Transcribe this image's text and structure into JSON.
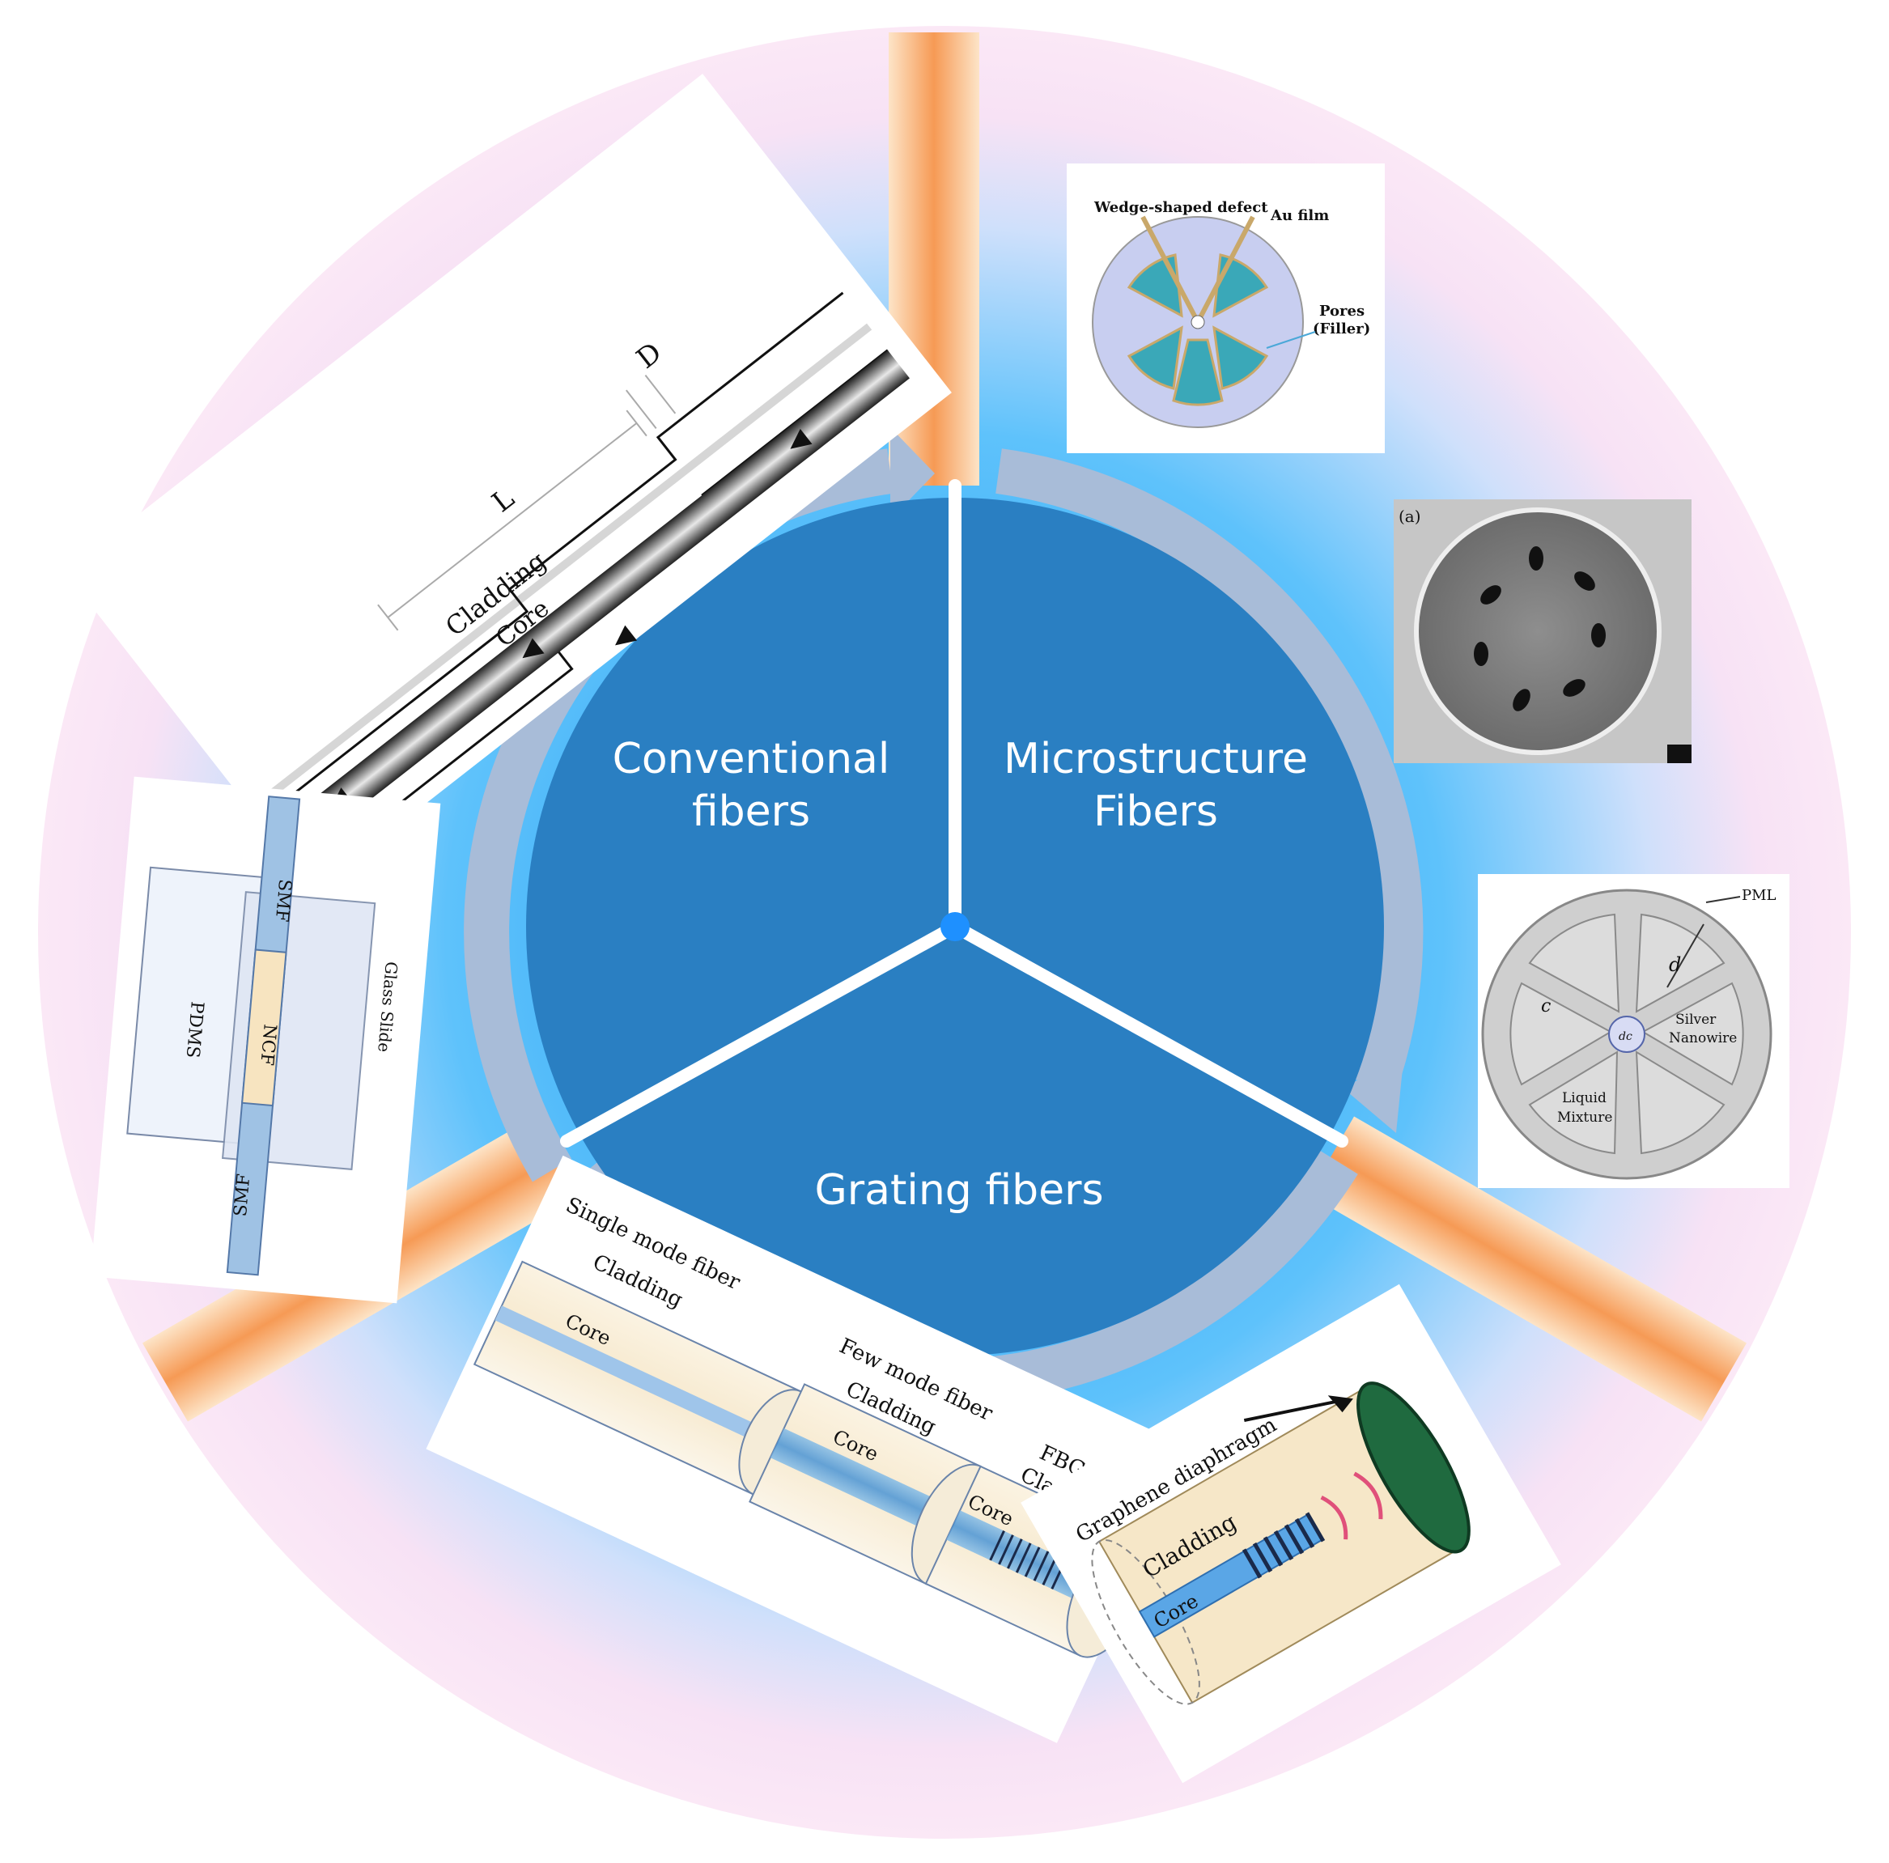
{
  "sectors": {
    "conventional": [
      "Conventional",
      "fibers"
    ],
    "microstructure": [
      "Microstructure",
      "Fibers"
    ],
    "grating": "Grating fibers"
  },
  "panels": {
    "taper": {
      "D": "D",
      "L": "L",
      "cladding": "Cladding",
      "core": "Core"
    },
    "ncf": {
      "smf_top": "SMF",
      "smf_bottom": "SMF",
      "pdms": "PDMS",
      "ncf": "NCF",
      "glass": "Glass Slide"
    },
    "pcf_wedge": {
      "wedge": "Wedge-shaped defect",
      "au": "Au film",
      "pores": "Pores",
      "filler": "(Filler)"
    },
    "sem": {
      "tag": "(a)"
    },
    "pml": {
      "pml": "PML",
      "d": "d",
      "c": "c",
      "dc": "dc",
      "silver1": "Silver",
      "silver2": "Nanowire",
      "liquid1": "Liquid",
      "liquid2": "Mixture"
    },
    "fbg": {
      "smf": "Single mode fiber",
      "clad1": "Cladding",
      "core1": "Core",
      "fmf": "Few mode fiber",
      "clad2": "Cladding",
      "core2": "Core",
      "fbg": "FBG",
      "clad3": "Cladding",
      "core3": "Core"
    },
    "graphene": {
      "diaphragm": "Graphene diaphragm",
      "cladding": "Cladding",
      "core": "Core"
    }
  },
  "colors": {
    "sector_fill": "#2980c4",
    "ring_arrow": "#a8bcd8",
    "outer_ring": "#f9e4f4",
    "inner_glow": "#5cc0ff",
    "beam": "#f6a96a"
  }
}
